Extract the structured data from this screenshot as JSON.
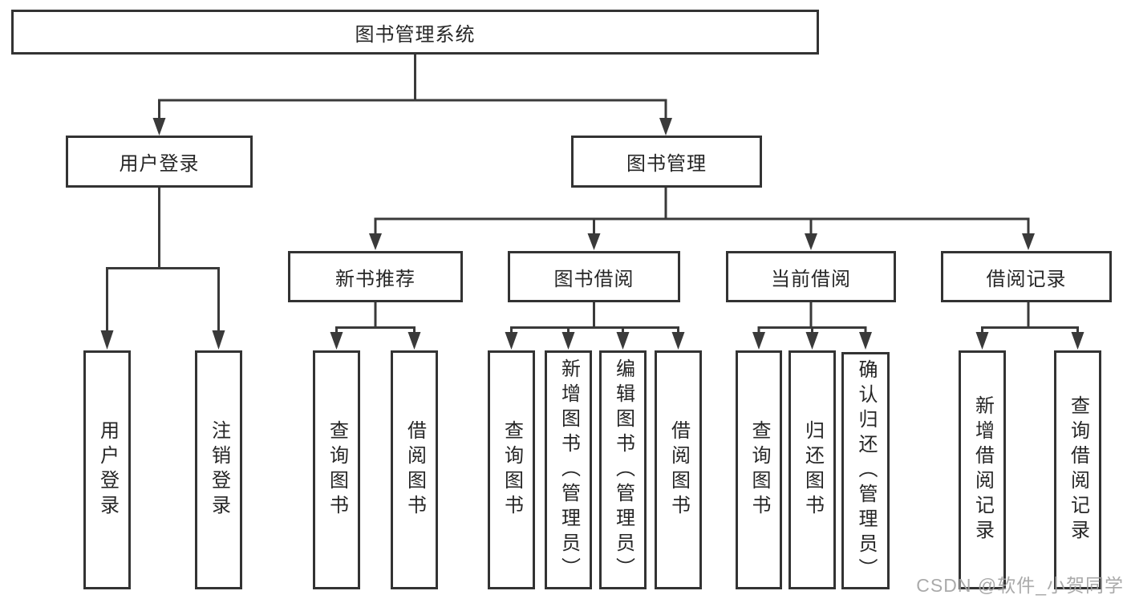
{
  "colors": {
    "background": "#ffffff",
    "line": "#3a3a3a",
    "box_border": "#333333",
    "text": "#262626",
    "watermark": "#a3a3a3"
  },
  "root": {
    "label": "图书管理系统"
  },
  "level2": {
    "user_login": {
      "label": "用户登录"
    },
    "book_mgmt": {
      "label": "图书管理"
    }
  },
  "level3": {
    "new_book": {
      "label": "新书推荐"
    },
    "borrow": {
      "label": "图书借阅"
    },
    "current": {
      "label": "当前借阅"
    },
    "records": {
      "label": "借阅记录"
    }
  },
  "leaves": {
    "user_login": [
      "用户登录",
      "注销登录"
    ],
    "new_book": [
      "查询图书",
      "借阅图书"
    ],
    "borrow": [
      "查询图书",
      "新增图书（管理员）",
      "编辑图书（管理员）",
      "借阅图书"
    ],
    "current": [
      "查询图书",
      "归还图书",
      "确认归还（管理员）"
    ],
    "records": [
      "新增借阅记录",
      "查询借阅记录"
    ]
  },
  "watermark": {
    "text": "CSDN @软件_小贺同学"
  }
}
